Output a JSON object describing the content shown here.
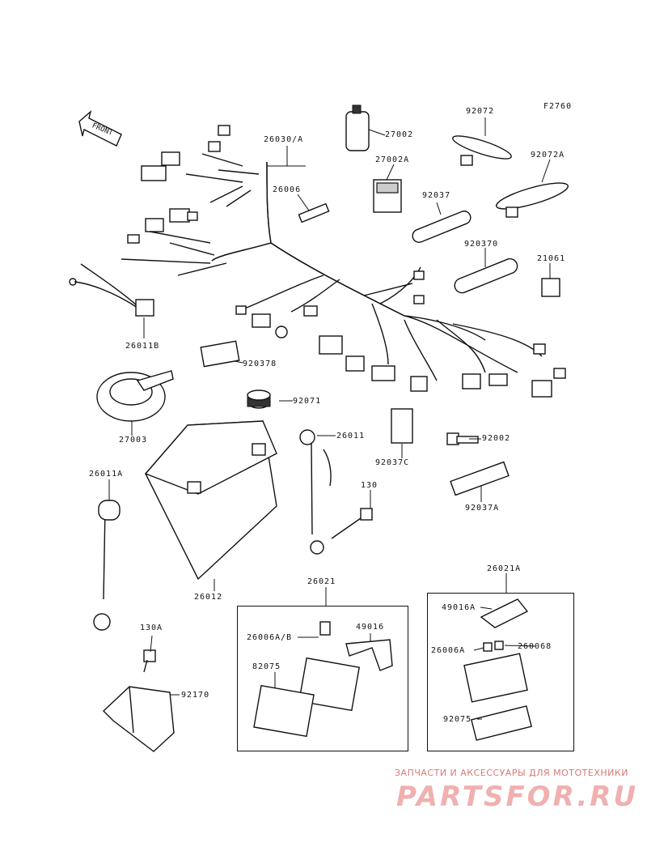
{
  "figure_code": "F2760",
  "front_marker": "FRONT",
  "parts": {
    "p26030A": "26030/A",
    "p26006": "26006",
    "p27002": "27002",
    "p27002A": "27002A",
    "p92072": "92072",
    "p92072A": "92072A",
    "p92037": "92037",
    "p920370": "920370",
    "p21061": "21061",
    "p26011B": "26011B",
    "p92037B": "920378",
    "p92071": "92071",
    "p27003": "27003",
    "p26011": "26011",
    "p92037C": "92037C",
    "p92002": "92002",
    "p92037A": "92037A",
    "p26011A": "26011A",
    "p130": "130",
    "p26012": "26012",
    "p26021": "26021",
    "p26006AB": "26006A/B",
    "p49016": "49016",
    "p82075": "82075",
    "p26021A": "26021A",
    "p49016A": "49016A",
    "p26006A": "26006A",
    "p26006B": "260068",
    "p92075": "92075",
    "p130A": "130A",
    "p92170": "92170"
  },
  "watermark": {
    "tagline": "ЗАПЧАСТИ И АКСЕССУАРЫ ДЛЯ МОТОТЕХНИКИ",
    "logo": "PARTSFOR.RU"
  }
}
